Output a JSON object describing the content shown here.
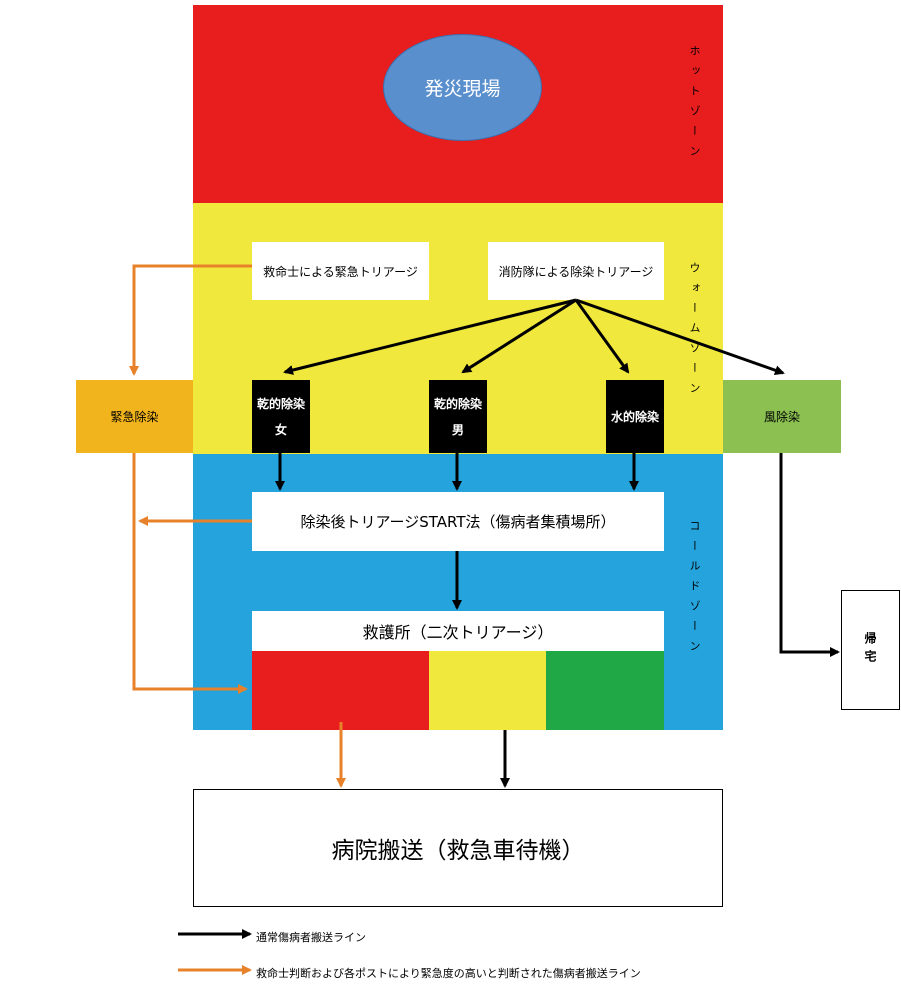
{
  "colors": {
    "hot": "#E81E1E",
    "warm": "#F0E83C",
    "cold": "#25A3DD",
    "emergency": "#F2B41C",
    "wind": "#8CC152",
    "tri_red": "#E81E1E",
    "tri_yellow": "#F0E83C",
    "tri_green": "#21A846",
    "ellipse": "#5A8FCE",
    "ellipse_border": "#3A6FB0",
    "orange_arrow": "#E8822A",
    "black_arrow": "#000000"
  },
  "zones": {
    "hot": "ホットゾーン",
    "warm": "ウォームゾーン",
    "cold": "コールドゾーン"
  },
  "disaster_site": "発災現場",
  "triage": {
    "paramedic": "救命士による緊急トリアージ",
    "fire": "消防隊による除染トリアージ"
  },
  "side": {
    "emergency_decon": "緊急除染",
    "wind_decon": "風除染",
    "home": "帰宅"
  },
  "decon": [
    {
      "line1": "乾的除染",
      "line2": "女"
    },
    {
      "line1": "乾的除染",
      "line2": "男"
    },
    {
      "line1": "水的除染",
      "line2": ""
    }
  ],
  "start_triage": "除染後トリアージSTART法（傷病者集積場所）",
  "aid_station": "救護所（二次トリアージ）",
  "hospital": "病院搬送（救急車待機）",
  "legend": {
    "normal": "通常傷病者搬送ライン",
    "urgent": "救命士判断および各ポストにより緊急度の高いと判断された傷病者搬送ライン"
  }
}
